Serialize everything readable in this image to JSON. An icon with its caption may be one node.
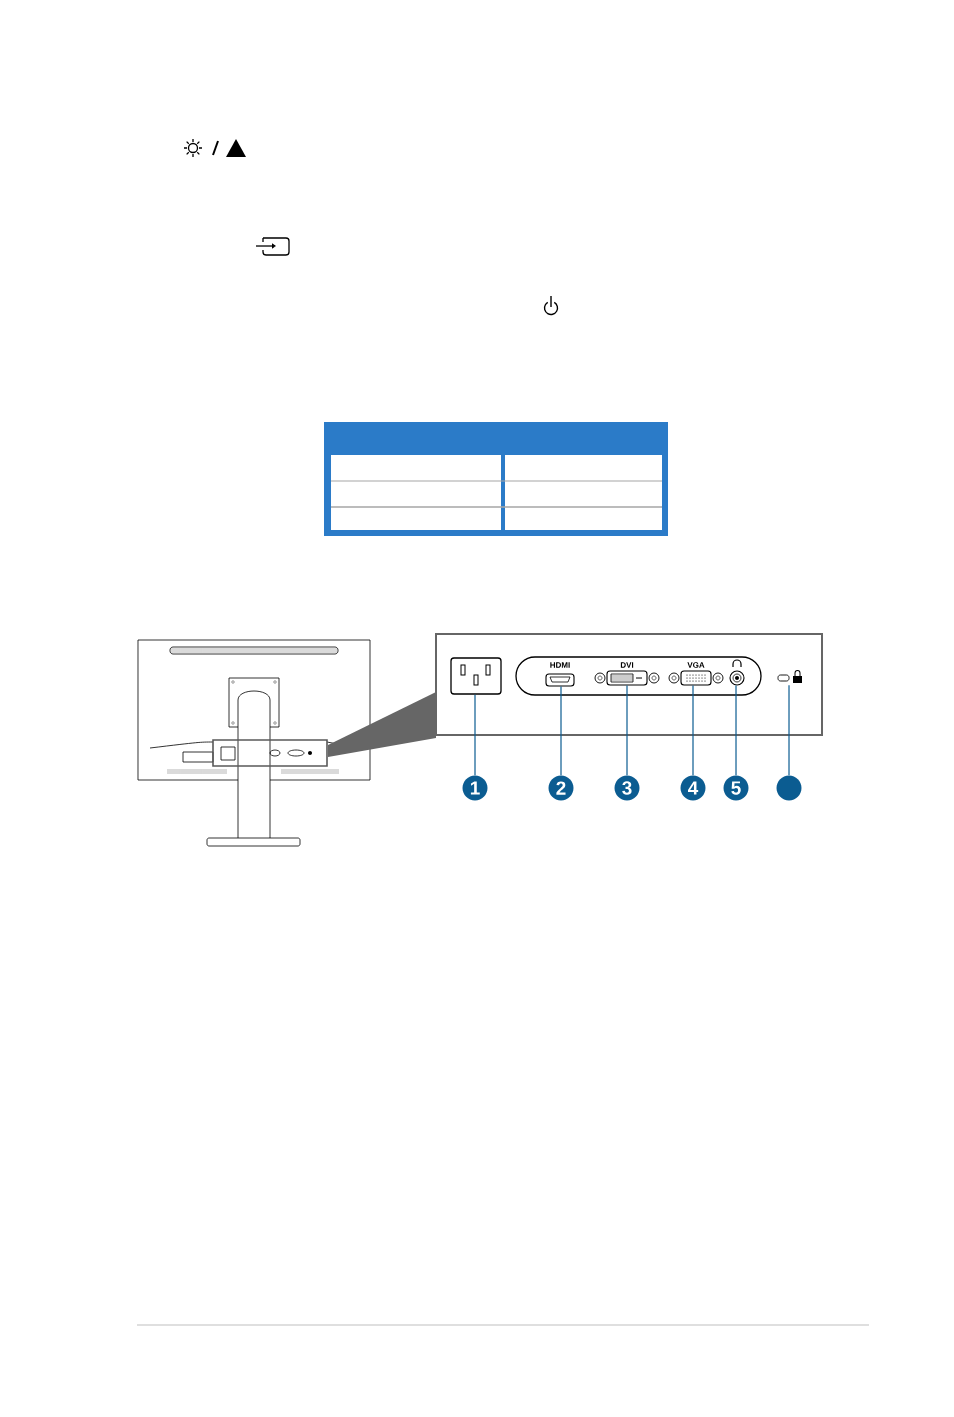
{
  "diagram": {
    "nodes": [
      {
        "text": [
          "1"
        ]
      },
      {
        "text": [
          "2"
        ]
      },
      {
        "text": [
          "3"
        ]
      },
      {
        "text": [
          "4"
        ]
      },
      {
        "text": [
          "5"
        ]
      },
      {
        "text": [],
        "shape": "circle"
      },
      {
        "text": [],
        "shape": "picture"
      },
      {
        "text": [],
        "shape": "picture",
        "beside": [
          "HDMI"
        ]
      },
      {
        "text": [],
        "shape": "picture",
        "beside": [
          "DVI"
        ]
      },
      {
        "text": [],
        "shape": "picture",
        "beside": [
          "VGA"
        ]
      },
      {
        "text": [],
        "shape": "picture"
      },
      {
        "text": [],
        "shape": "picture"
      }
    ],
    "edges": [
      {
        "from": 0,
        "to": 6,
        "arrow": "none"
      },
      {
        "from": 1,
        "to": 7,
        "arrow": "none"
      },
      {
        "from": 2,
        "to": 8,
        "arrow": "none"
      },
      {
        "from": 3,
        "to": 9,
        "arrow": "none"
      },
      {
        "from": 4,
        "to": 10,
        "arrow": "none"
      },
      {
        "from": 5,
        "to": 11,
        "arrow": "none"
      }
    ]
  }
}
